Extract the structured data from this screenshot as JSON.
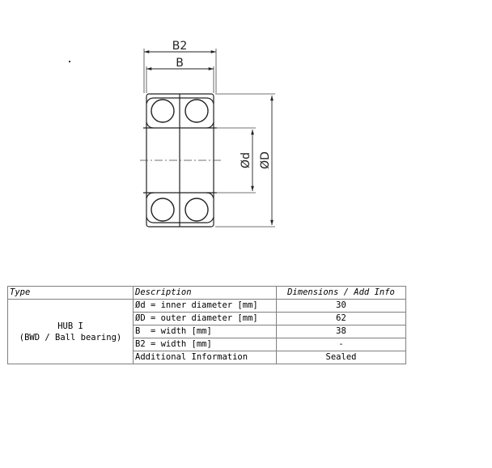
{
  "drawing": {
    "labels": {
      "b2": "B2",
      "b": "B",
      "d_inner": "Ød",
      "d_outer": "ØD"
    }
  },
  "table": {
    "headers": [
      "Type",
      "Description",
      "Dimensions / Add Info"
    ],
    "type_name": "HUB I",
    "type_detail": "(BWD / Ball bearing)",
    "rows": [
      {
        "description": "Ød = inner diameter [mm]",
        "value": "30"
      },
      {
        "description": "ØD = outer diameter [mm]",
        "value": "62"
      },
      {
        "description": "B  = width [mm]",
        "value": "38"
      },
      {
        "description": "B2 = width [mm]",
        "value": "-"
      },
      {
        "description": "Additional Information",
        "value": "Sealed"
      }
    ]
  },
  "colors": {
    "line": "#222222",
    "table_border": "#808080"
  }
}
